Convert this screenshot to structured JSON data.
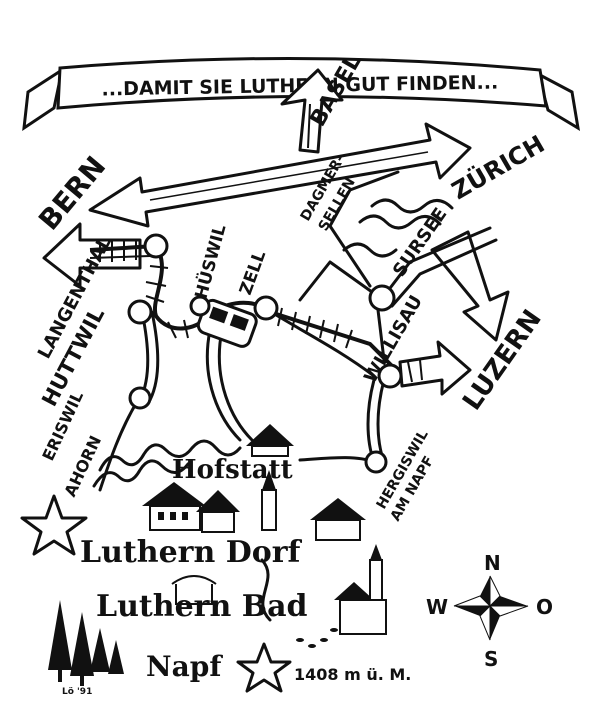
{
  "banner": {
    "text": "...DAMIT SIE LUTHERN GUT FINDEN..."
  },
  "directions": {
    "basel": "BASEL",
    "bern": "BERN",
    "zurich": "ZÜRICH",
    "luzern": "LUZERN"
  },
  "places": {
    "dagmersellen_line1": "DAGMER-",
    "dagmersellen_line2": "SELLEN",
    "sursee": "SURSEE",
    "langenthal": "LANGENTHAL",
    "huswil": "HÜSWIL",
    "zell": "ZELL",
    "huttwil": "HUTTWIL",
    "willisau": "WILLISAU",
    "eriswil": "ERISWIL",
    "ahorn": "AHORN",
    "hergiswil_line1": "HERGISWIL",
    "hergiswil_line2": "AM NAPF",
    "hofstatt": "Hofstatt",
    "luthern_dorf": "Luthern Dorf",
    "luthern_bad": "Luthern Bad",
    "napf": "Napf",
    "napf_altitude": "1408 m ü. M."
  },
  "compass": {
    "n": "N",
    "s": "S",
    "w": "W",
    "o": "O"
  },
  "signature": "Lö '91",
  "colors": {
    "ink": "#111111",
    "paper": "#ffffff"
  }
}
